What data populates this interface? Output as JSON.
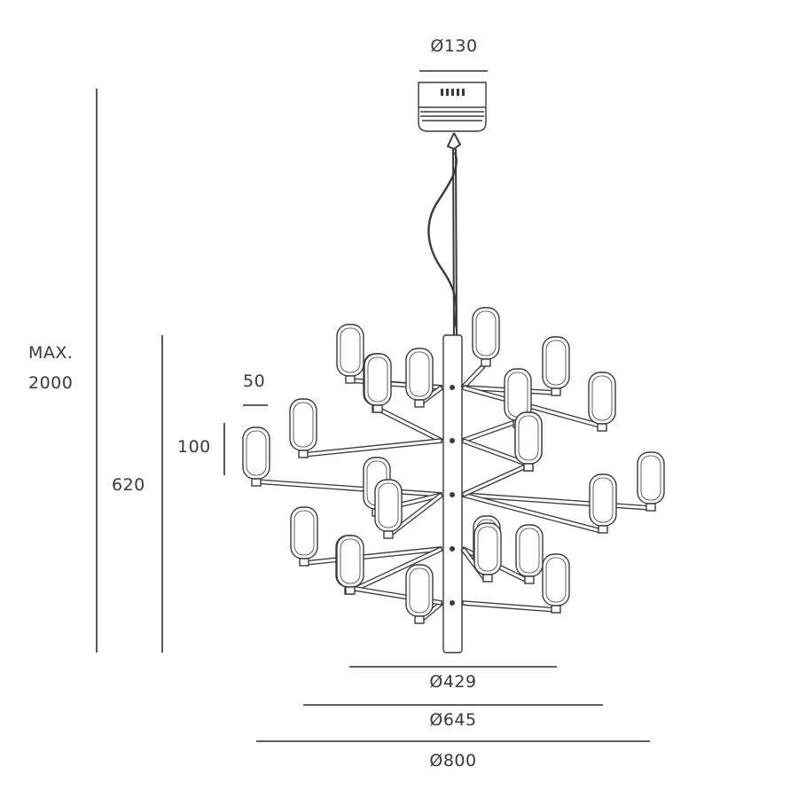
{
  "colors": {
    "line": "#3a3a3a",
    "fill": "#ffffff",
    "dim_line": "#2d2d2d"
  },
  "dimensions": {
    "canopy_diameter": "Ø130",
    "max_height_line1": "MAX.",
    "max_height_line2": "2000",
    "body_height": "620",
    "arm_offset": "50",
    "shade_height": "100",
    "diameter_inner": "Ø429",
    "diameter_middle": "Ø645",
    "diameter_outer": "Ø800"
  }
}
